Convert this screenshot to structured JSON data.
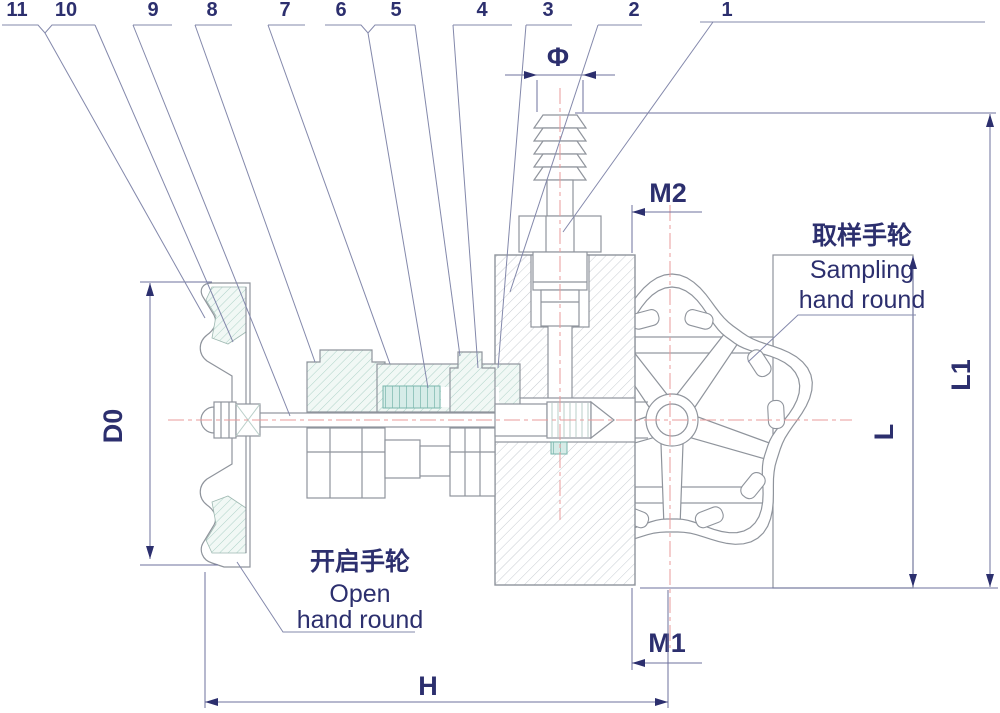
{
  "drawing": {
    "callouts": [
      "11",
      "10",
      "9",
      "8",
      "7",
      "6",
      "5",
      "4",
      "3",
      "2",
      "1"
    ],
    "dimensions": {
      "phi": "Φ",
      "m2": "M2",
      "m1": "M1",
      "h": "H",
      "l": "L",
      "l1": "L1",
      "d0": "D0"
    },
    "labels": {
      "sampling_cn": "取样手轮",
      "sampling_en_line1": "Sampling",
      "sampling_en_line2": "hand round",
      "open_cn": "开启手轮",
      "open_en_line1": "Open",
      "open_en_line2": "hand round"
    },
    "colors": {
      "ink": "#2c2f6e",
      "line": "#8f949c",
      "leader": "#8388ab",
      "centerline": "#e89b9b",
      "teal_hatch": "#aed2c8",
      "packing": "#79b6ad"
    }
  }
}
